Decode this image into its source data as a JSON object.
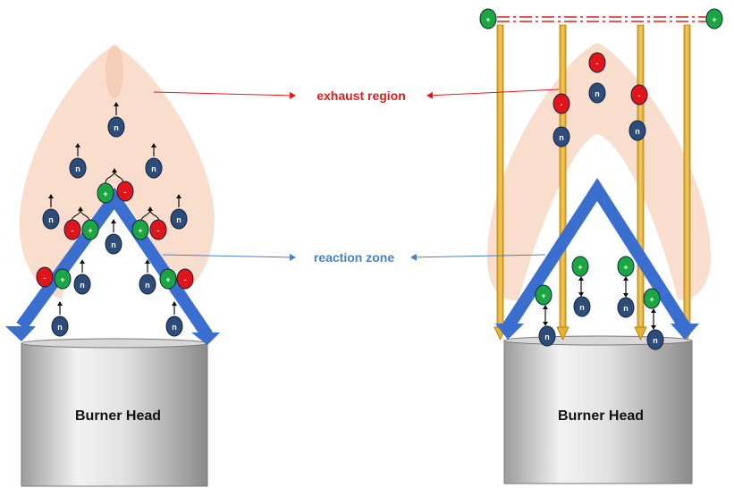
{
  "colors": {
    "flame": "#f8d8c4",
    "chevron": "#3a6fd0",
    "neutral": "#2e4c7a",
    "positive": "#1aa640",
    "negative": "#e1131b",
    "electrode": "#e5b233",
    "exhaust_label": "#e51b1b",
    "reaction_label": "#4a7fc6",
    "burner_light": "#e5e5e5",
    "burner_dark": "#8a8a8a"
  },
  "labels": {
    "exhaust": "exhaust region",
    "reaction": "reaction zone"
  },
  "burners": {
    "left": "Burner Head",
    "right": "Burner Head"
  },
  "particle_symbols": {
    "neutral": "n",
    "positive": "+",
    "negative": "-"
  },
  "icons": {
    "flame": "flame-cone-shape",
    "arrow": "up-arrow",
    "field": "dash-dot-field-line"
  }
}
